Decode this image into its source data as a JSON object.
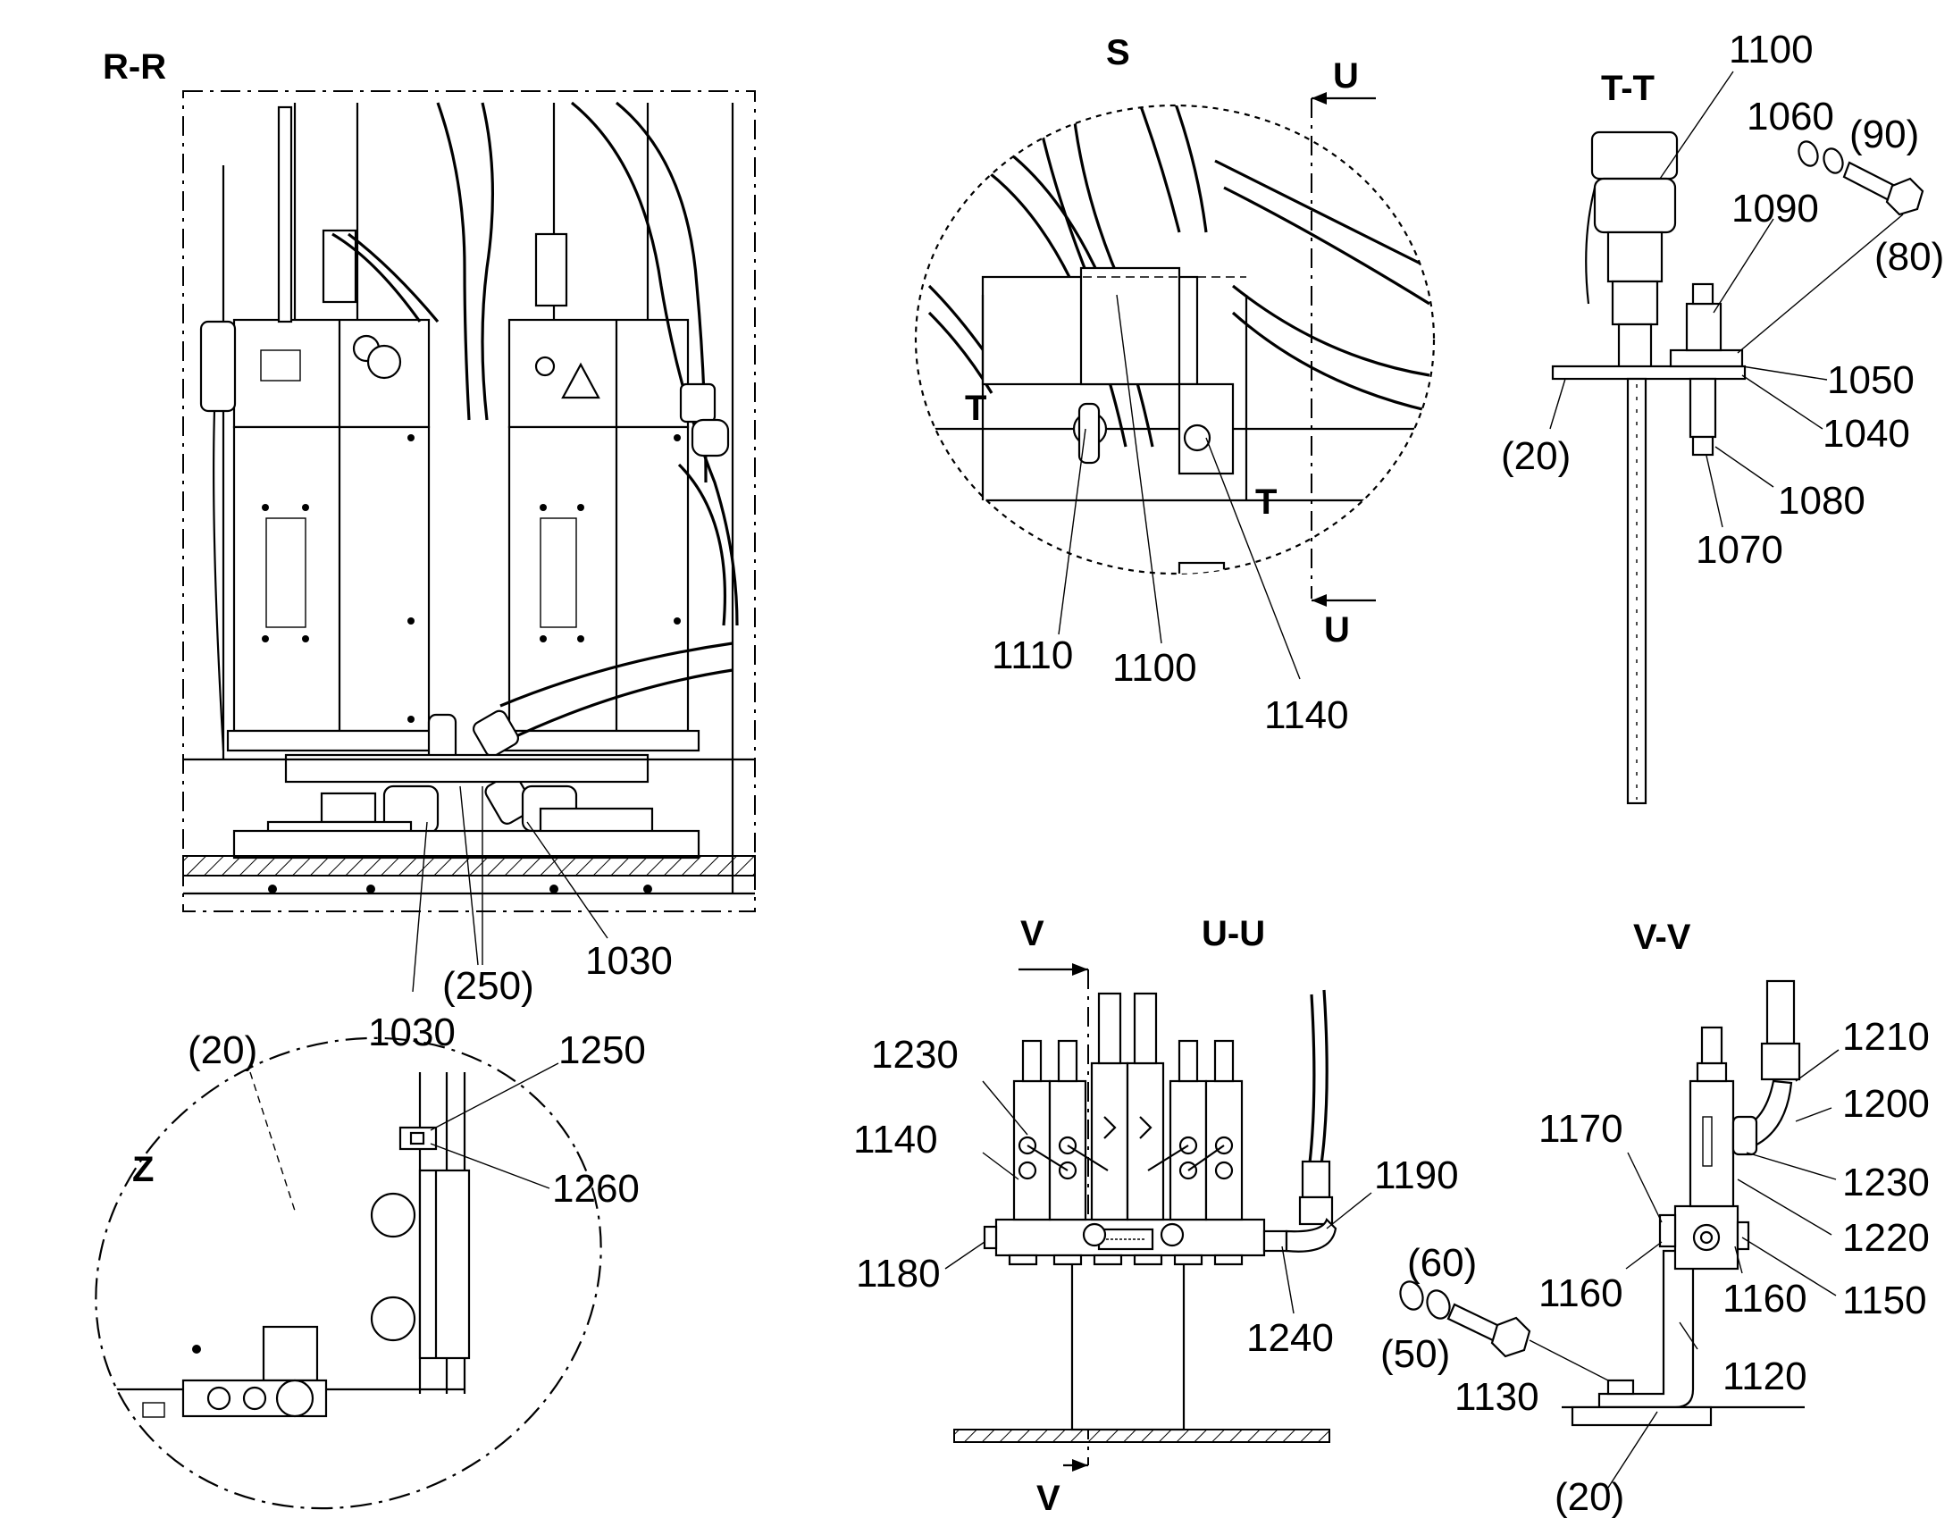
{
  "views": {
    "rr": {
      "title": "R-R",
      "callouts": [
        "(250)",
        "1030",
        "1030"
      ]
    },
    "s": {
      "title": "S",
      "section_u_top": "U",
      "section_u_bottom": "U",
      "section_t_left": "T",
      "section_t_right": "T",
      "callouts": [
        "1110",
        "1100",
        "1140"
      ]
    },
    "tt": {
      "title": "T-T",
      "callouts": [
        "1100",
        "1060",
        "(90)",
        "1090",
        "(80)",
        "1050",
        "(20)",
        "1040",
        "1080",
        "1070"
      ]
    },
    "z": {
      "title": "Z",
      "callouts": [
        "(20)",
        "1250",
        "1260"
      ]
    },
    "uu": {
      "title": "U-U",
      "section_v_top": "V",
      "section_v_bottom": "V",
      "callouts": [
        "1230",
        "1140",
        "1180",
        "1190",
        "1240"
      ]
    },
    "vv": {
      "title": "V-V",
      "callouts": [
        "1210",
        "1200",
        "1170",
        "1230",
        "1220",
        "1160",
        "1160",
        "1150",
        "(60)",
        "(50)",
        "1130",
        "1120",
        "(20)"
      ]
    }
  }
}
